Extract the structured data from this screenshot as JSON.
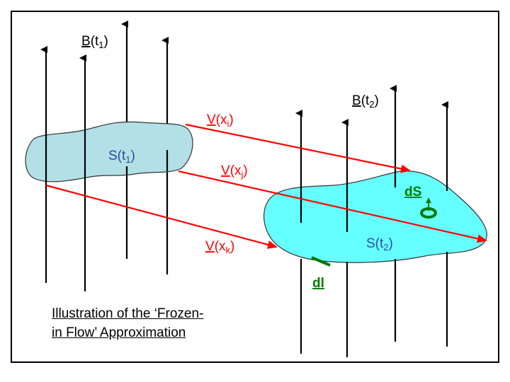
{
  "labels": {
    "b1": {
      "base": "B",
      "open": "(t",
      "sub": "1",
      "close": ")"
    },
    "b2": {
      "base": "B",
      "open": "(t",
      "sub": "2",
      "close": ")"
    },
    "s1": {
      "base": "S(t",
      "sub": "1",
      "close": ")"
    },
    "s2": {
      "base": "S(t",
      "sub": "2",
      "close": ")"
    },
    "vi": {
      "base": "V",
      "open": "(x",
      "sub": "i",
      "close": ")"
    },
    "vj": {
      "base": "V",
      "open": "(x",
      "sub": "j",
      "close": ")"
    },
    "vk": {
      "base": "V",
      "open": "(x",
      "sub": "k",
      "close": ")"
    },
    "ds": "dS",
    "dl": "dl"
  },
  "caption": {
    "line1": "Illustration of the ‘Frozen-",
    "line2": "in Flow’ Approximation"
  },
  "colors": {
    "velocity": "#ff0000",
    "surface1_fill": "#b3e0e6",
    "surface2_fill": "#66ffff",
    "surface1_text": "#2e4aa0",
    "surface2_text": "#2e4aa0",
    "element": "#007a00",
    "field": "#000000"
  }
}
